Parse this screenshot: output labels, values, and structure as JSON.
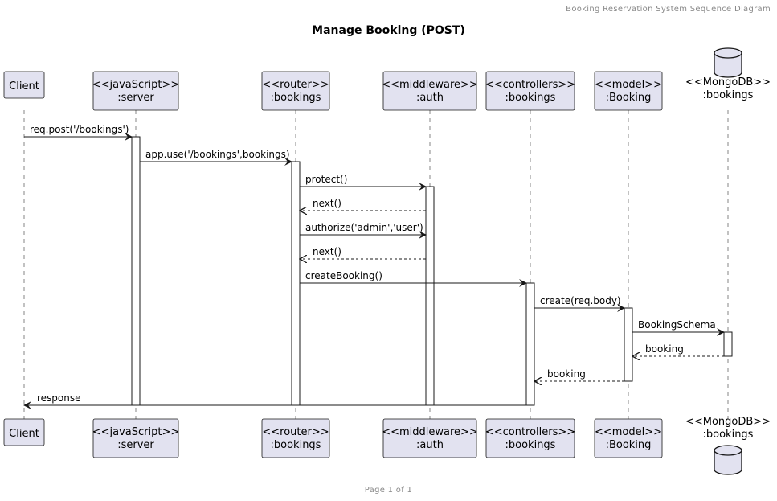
{
  "header_note": "Booking Reservation System Sequence Diagram",
  "title": "Manage Booking (POST)",
  "footer": "Page 1 of 1",
  "colors": {
    "participant_fill": "#e2e2f0",
    "participant_border": "#181818",
    "activation_fill": "#ffffff",
    "line": "#181818",
    "lifeline": "#666666"
  },
  "participants": [
    {
      "id": "client",
      "type": "box",
      "lines": [
        "Client"
      ]
    },
    {
      "id": "server",
      "type": "box",
      "lines": [
        "<<javaScript>>",
        ":server"
      ]
    },
    {
      "id": "router",
      "type": "box",
      "lines": [
        "<<router>>",
        ":bookings"
      ]
    },
    {
      "id": "auth",
      "type": "box",
      "lines": [
        "<<middleware>>",
        ":auth"
      ]
    },
    {
      "id": "controller",
      "type": "box",
      "lines": [
        "<<controllers>>",
        ":bookings"
      ]
    },
    {
      "id": "model",
      "type": "box",
      "lines": [
        "<<model>>",
        ":Booking"
      ]
    },
    {
      "id": "db",
      "type": "database",
      "lines": [
        "<<MongoDB>>",
        ":bookings"
      ]
    }
  ],
  "messages": [
    {
      "from": "client",
      "to": "server",
      "label": "req.post('/bookings')",
      "dashed": false
    },
    {
      "from": "server",
      "to": "router",
      "label": "app.use('/bookings',bookings)",
      "dashed": false
    },
    {
      "from": "router",
      "to": "auth",
      "label": "protect()",
      "dashed": false
    },
    {
      "from": "auth",
      "to": "router",
      "label": "next()",
      "dashed": true
    },
    {
      "from": "router",
      "to": "auth",
      "label": "authorize('admin','user')",
      "dashed": false
    },
    {
      "from": "auth",
      "to": "router",
      "label": "next()",
      "dashed": true
    },
    {
      "from": "router",
      "to": "controller",
      "label": "createBooking()",
      "dashed": false
    },
    {
      "from": "controller",
      "to": "model",
      "label": "create(req.body)",
      "dashed": false
    },
    {
      "from": "model",
      "to": "db",
      "label": "BookingSchema",
      "dashed": false
    },
    {
      "from": "db",
      "to": "model",
      "label": "booking",
      "dashed": true
    },
    {
      "from": "model",
      "to": "controller",
      "label": "booking",
      "dashed": true
    },
    {
      "from": "controller",
      "to": "client",
      "label": "response",
      "dashed": false
    }
  ],
  "activations": [
    {
      "participant": "server",
      "from_message": 0,
      "to_message": 11
    },
    {
      "participant": "router",
      "from_message": 1,
      "to_message": 11
    },
    {
      "participant": "auth",
      "from_message": 2,
      "to_message": 11
    },
    {
      "participant": "controller",
      "from_message": 6,
      "to_message": 11
    },
    {
      "participant": "model",
      "from_message": 7,
      "to_message": 10
    },
    {
      "participant": "db",
      "from_message": 8,
      "to_message": 9
    }
  ]
}
